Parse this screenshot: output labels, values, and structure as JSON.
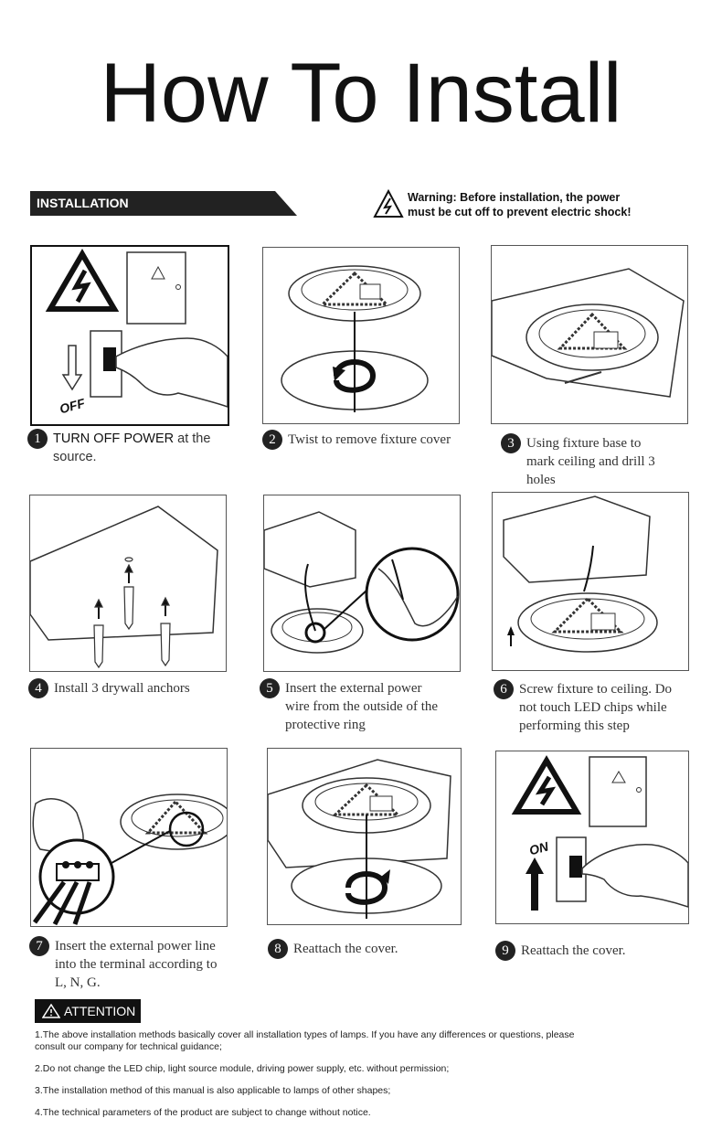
{
  "title": "How To Install",
  "banner": {
    "label": "INSTALLATION"
  },
  "warning": {
    "line1": "Warning: Before installation, the power",
    "line2": "must be cut off to prevent electric shock!"
  },
  "panel_text": {
    "off": "OFF",
    "on": "ON"
  },
  "steps": [
    {
      "num": "1",
      "bold": "TURN OFF POWER",
      "text": " at the",
      "text2": "source."
    },
    {
      "num": "2",
      "text": "Twist to remove fixture cover"
    },
    {
      "num": "3",
      "line1": "Using fixture base to",
      "line2": "mark ceiling and drill 3",
      "line3": "holes"
    },
    {
      "num": "4",
      "text": "Install 3 drywall anchors"
    },
    {
      "num": "5",
      "line1": "Insert the external power",
      "line2": "wire from the  outside of the",
      "line3": "protective ring"
    },
    {
      "num": "6",
      "line1": "Screw fixture to ceiling. Do",
      "line2": "not touch LED chips while",
      "line3": "performing this step"
    },
    {
      "num": "7",
      "line1": "Insert the external power line",
      "line2": "into the terminal according to",
      "line3": "L, N, G."
    },
    {
      "num": "8",
      "text": "Reattach the cover."
    },
    {
      "num": "9",
      "text": "Reattach the cover."
    }
  ],
  "attention": {
    "label": "ATTENTION",
    "notes": [
      "1.The above installation methods basically cover all installation types of lamps. If you have any differences or questions, please consult our company for technical guidance;",
      "2.Do not change the LED chip, light source module, driving power supply, etc. without permission;",
      "3.The installation method of this manual is also applicable to lamps of other shapes;",
      "4.The technical parameters of the product are subject to change without notice."
    ]
  }
}
